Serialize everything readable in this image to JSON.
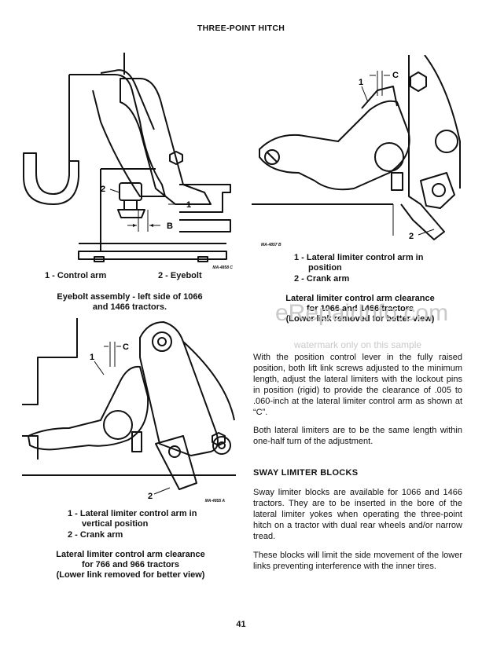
{
  "header": {
    "title": "THREE-POINT HITCH"
  },
  "figure1": {
    "callouts": {
      "one": "1",
      "two": "2",
      "b": "B"
    },
    "ref": "MA-4858 C",
    "legend": {
      "item1": "1 - Control arm",
      "item2": "2 - Eyebolt"
    },
    "caption": {
      "line1": "Eyebolt assembly - left side of 1066",
      "line2": "and 1466 tractors."
    }
  },
  "figure2": {
    "callouts": {
      "one": "1",
      "two": "2",
      "c": "C"
    },
    "ref": "MA-4857 B",
    "legend": {
      "item1a": "1 - Lateral limiter control arm in",
      "item1b": "position",
      "item2": "2 - Crank arm"
    },
    "caption": {
      "line1": "Lateral limiter control arm clearance",
      "line2": "for 1066 and 1466 tractors",
      "line3": "(Lower link removed for better view)"
    }
  },
  "figure3": {
    "callouts": {
      "one": "1",
      "two": "2",
      "c": "C"
    },
    "ref": "MA-4855 A",
    "legend": {
      "item1a": "1 - Lateral limiter control arm in",
      "item1b": "vertical position",
      "item2": "2 - Crank arm"
    },
    "caption": {
      "line1": "Lateral limiter control arm clearance",
      "line2": "for 766 and 966 tractors",
      "line3": "(Lower link removed for better view)"
    }
  },
  "watermark": {
    "site": "eRepairInfo.com",
    "notice": "watermark only on this sample"
  },
  "body": {
    "p1": "With the position control lever in the fully raised position, both lift link screws adjusted to the minimum length, adjust the lateral limiters with the lockout pins in position (rigid) to provide the clearance of .005 to .060-inch at the lateral limiter control arm as shown at “C”.",
    "p2": "Both lateral limiters are to be the same length within one-half turn of the adjustment.",
    "sway_heading": "SWAY LIMITER BLOCKS",
    "p3": "Sway limiter blocks are available for 1066 and 1466 tractors. They are to be inserted in the bore of the lateral limiter yokes when operating the three-point hitch on a tractor with dual rear wheels and/or narrow tread.",
    "p4": "These blocks will limit the side movement of the lower links preventing interference with the inner tires."
  },
  "page_number": "41"
}
